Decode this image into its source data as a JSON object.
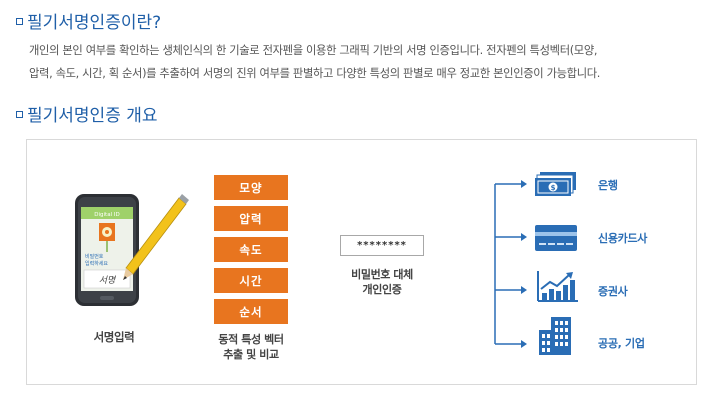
{
  "section1": {
    "title": "필기서명인증이란?",
    "lines": [
      "개인의 본인 여부를 확인하는 생체인식의 한 기술로 전자펜을 이용한 그래픽 기반의 서명 인증입니다. 전자펜의 특성벡터(모양,",
      "압력, 속도, 시간, 획 순서)를 추출하여 서명의 진위 여부를 판별하고 다양한 특성의 판별로 매우 정교한 본인인증이 가능합니다."
    ]
  },
  "section2": {
    "title": "필기서명인증 개요"
  },
  "diagram": {
    "phone": {
      "screen_top_text": "Digital ID",
      "screen_prompt_line1": "비밀번호",
      "screen_prompt_line2": "입력하세요",
      "screen_signature": "서명"
    },
    "signature_label": "서명입력",
    "features": [
      "모양",
      "압력",
      "속도",
      "시간",
      "순서"
    ],
    "features_caption_line1": "동적 특성 벡터",
    "features_caption_line2": "추출 및 비교",
    "password_mask": "********",
    "password_caption_line1": "비밀번호 대체",
    "password_caption_line2": "개인인증",
    "categories": [
      {
        "label": "은행",
        "icon": "money-icon"
      },
      {
        "label": "신용카드사",
        "icon": "credit-card-icon"
      },
      {
        "label": "증권사",
        "icon": "stock-chart-icon"
      },
      {
        "label": "공공, 기업",
        "icon": "building-icon"
      }
    ],
    "colors": {
      "title_blue": "#1f5fa8",
      "feature_orange": "#e8751f",
      "arrow_blue": "#2a6db5"
    }
  }
}
